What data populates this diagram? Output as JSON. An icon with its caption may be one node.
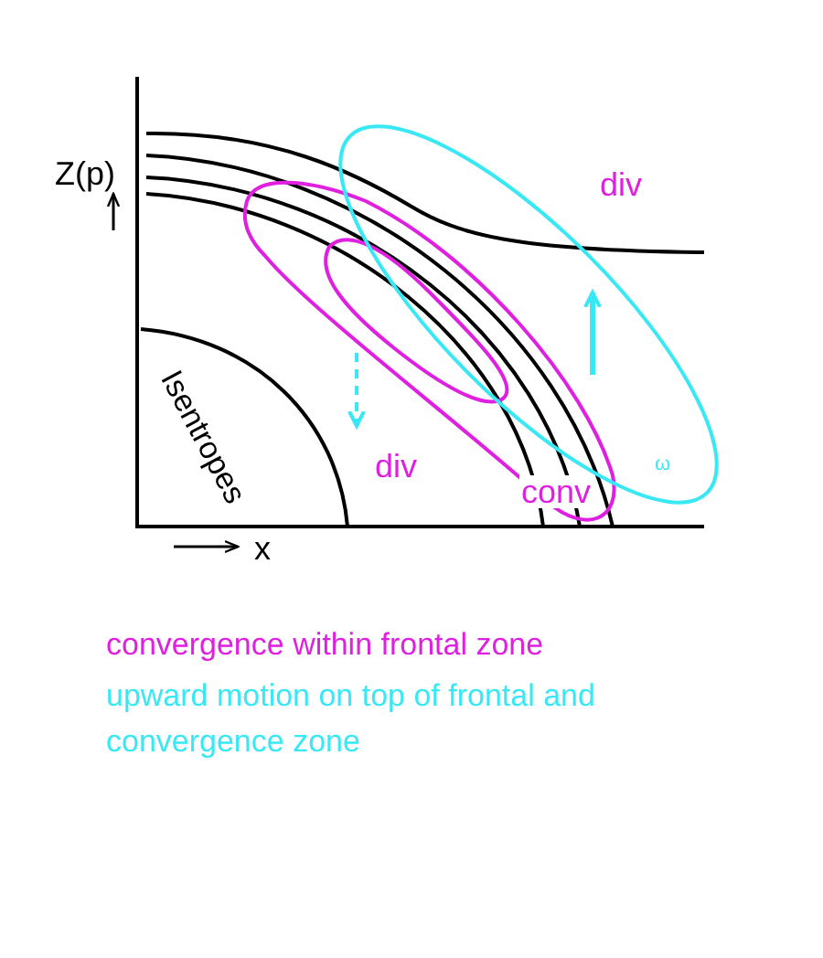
{
  "diagram": {
    "labels": [
      "Z(p)",
      "div",
      "Isentropes",
      "div",
      "conv",
      "ω",
      "x",
      "convergence within frontal zone",
      "upward motion on top of frontal and convergence zone"
    ]
  }
}
